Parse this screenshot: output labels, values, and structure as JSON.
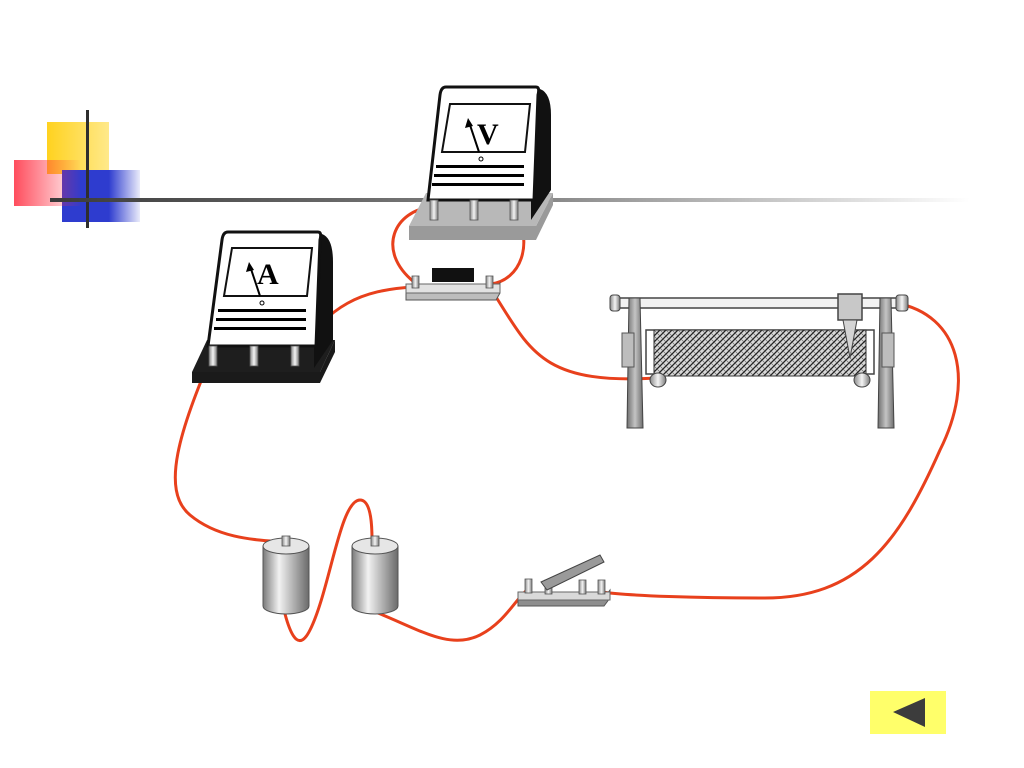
{
  "slide": {
    "decoration": {
      "colors": {
        "yellow": "#ffd21f",
        "red": "#ff3a4a",
        "blue": "#2e3ccf",
        "line": "#3c3c3c"
      }
    },
    "diagram": {
      "ammeter": {
        "symbol": "A",
        "icon": "ammeter-icon"
      },
      "voltmeter": {
        "symbol": "V",
        "icon": "voltmeter-icon"
      },
      "components": [
        "ammeter",
        "voltmeter",
        "resistor",
        "rheostat",
        "battery-cell",
        "battery-cell",
        "knife-switch"
      ],
      "wire_color": "#e8401c"
    },
    "navigation": {
      "back_button": {
        "icon": "triangle-left-icon",
        "color": "#ffff6a",
        "arrow_color": "#3c3c3c"
      }
    }
  }
}
